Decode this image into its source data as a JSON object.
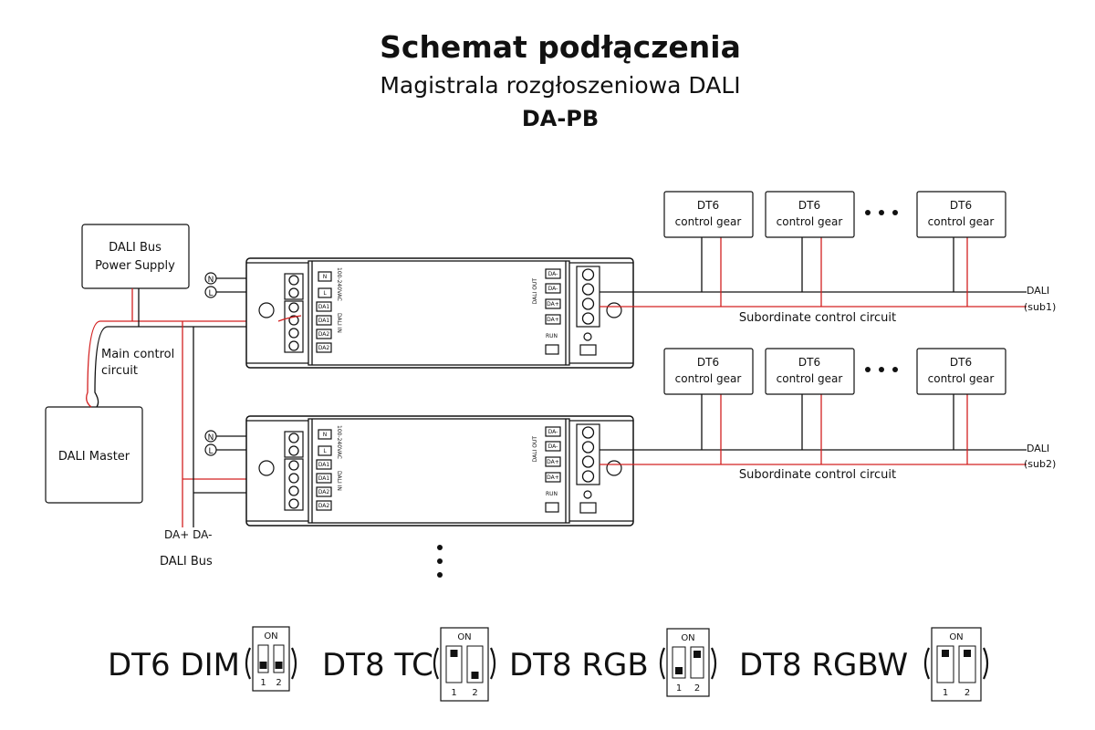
{
  "header": {
    "title": "Schemat podłączenia",
    "subtitle": "Magistrala rozgłoszeniowa DALI",
    "model": "DA-PB"
  },
  "colors": {
    "wire_red": "#d32020",
    "wire_black": "#111111"
  },
  "power_supply": {
    "line1": "DALI Bus",
    "line2": "Power Supply"
  },
  "master": {
    "label": "DALI Master"
  },
  "main_circuit": {
    "line1": "Main control",
    "line2": "circuit"
  },
  "dali_bus": {
    "pins": "DA+ DA-",
    "label": "DALI Bus"
  },
  "mains": {
    "n": "N",
    "l": "L"
  },
  "device": {
    "in_labels": [
      "N",
      "L",
      "DA1",
      "DA1",
      "DA2",
      "DA2"
    ],
    "voltage": "100-240VAC",
    "dali_in": "DALI IN",
    "out_labels": [
      "DA-",
      "DA-",
      "DA+",
      "DA+"
    ],
    "dali_out": "DALI OUT",
    "run": "RUN"
  },
  "gear": {
    "line1": "DT6",
    "line2": "control gear"
  },
  "subcircuits": [
    {
      "bus": "DALI",
      "sub": "(sub1)",
      "label": "Subordinate control circuit"
    },
    {
      "bus": "DALI",
      "sub": "(sub2)",
      "label": "Subordinate control circuit"
    }
  ],
  "dip_modes": [
    {
      "label": "DT6 DIM",
      "switch1_on": false,
      "switch2_on": false
    },
    {
      "label": "DT8 TC",
      "switch1_on": true,
      "switch2_on": false
    },
    {
      "label": "DT8 RGB",
      "switch1_on": false,
      "switch2_on": true
    },
    {
      "label": "DT8 RGBW",
      "switch1_on": true,
      "switch2_on": true
    }
  ],
  "dip": {
    "on": "ON",
    "n1": "1",
    "n2": "2"
  }
}
